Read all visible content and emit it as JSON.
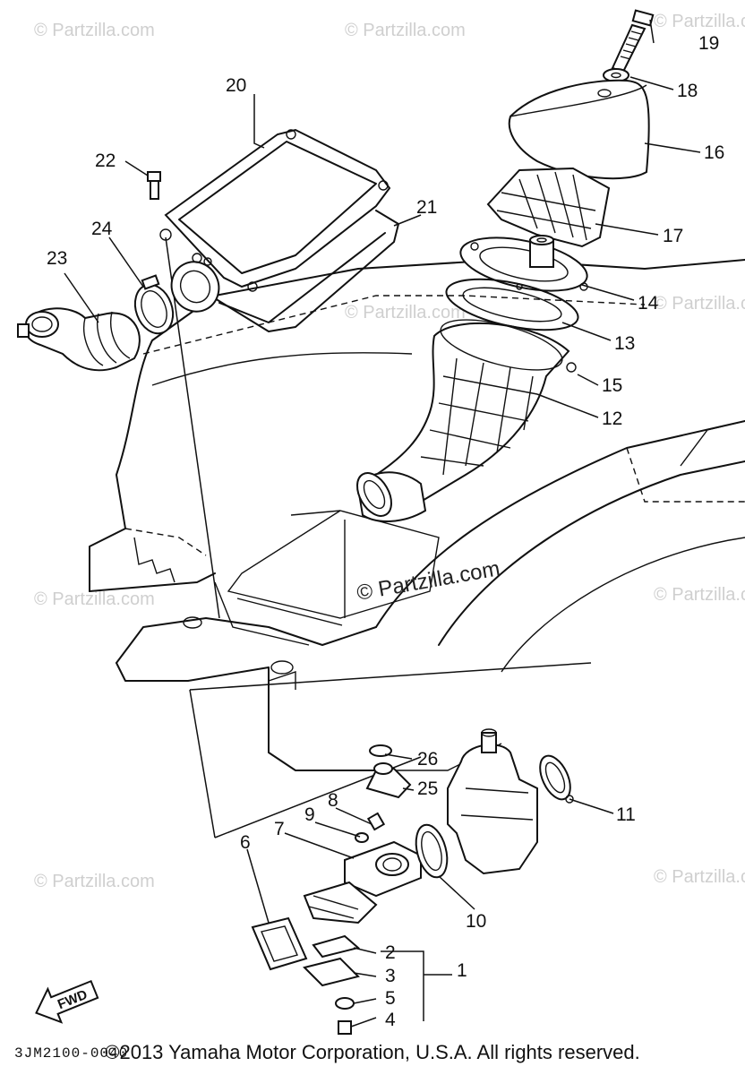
{
  "watermarks": [
    "© Partzilla.com",
    "© Partzilla.com",
    "© Partzilla.com",
    "© Partzilla.com",
    "© Partzilla.com",
    "© Partzilla.com",
    "© Partzilla.com",
    "© Partzilla.com",
    "© Partzilla.com"
  ],
  "center_watermark": "© Partzilla.com",
  "callouts": {
    "p1": "1",
    "p2": "2",
    "p3": "3",
    "p4": "4",
    "p5": "5",
    "p6": "6",
    "p7": "7",
    "p8": "8",
    "p9": "9",
    "p10": "10",
    "p11": "11",
    "p12": "12",
    "p13": "13",
    "p14": "14",
    "p15": "15",
    "p16": "16",
    "p17": "17",
    "p18": "18",
    "p19": "19",
    "p20": "20",
    "p21": "21",
    "p22": "22",
    "p23": "23",
    "p24": "24",
    "p25": "25",
    "p26": "26"
  },
  "fwd_label": "FWD",
  "diagram_code": "3JM2100-0040",
  "copyright": "©2013 Yamaha Motor Corporation, U.S.A. All rights reserved."
}
